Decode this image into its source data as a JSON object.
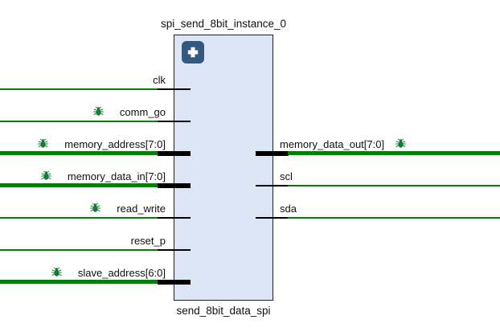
{
  "diagram": {
    "instance_name": "spi_send_8bit_instance_0",
    "module_name": "send_8bit_data_spi"
  },
  "ports": {
    "left": [
      {
        "label": "clk",
        "bus": false,
        "debug": false
      },
      {
        "label": "comm_go",
        "bus": false,
        "debug": true
      },
      {
        "label": "memory_address[7:0]",
        "bus": true,
        "debug": true
      },
      {
        "label": "memory_data_in[7:0]",
        "bus": true,
        "debug": true
      },
      {
        "label": "read_write",
        "bus": false,
        "debug": true
      },
      {
        "label": "reset_p",
        "bus": false,
        "debug": false
      },
      {
        "label": "slave_address[6:0]",
        "bus": true,
        "debug": true
      }
    ],
    "right": [
      {
        "label": "memory_data_out[7:0]",
        "bus": true,
        "debug": true
      },
      {
        "label": "scl",
        "bus": false,
        "debug": false
      },
      {
        "label": "sda",
        "bus": false,
        "debug": false
      }
    ]
  },
  "icons": {
    "expand_plus": "plus-icon",
    "debug_marker": "bug-icon"
  },
  "colors": {
    "wire_green": "#067f06",
    "stub_black": "#000000",
    "block_fill": "#dce6f5",
    "block_border": "#1f1f1f",
    "plus_bg": "#35587e",
    "bug_green": "#137d33"
  }
}
